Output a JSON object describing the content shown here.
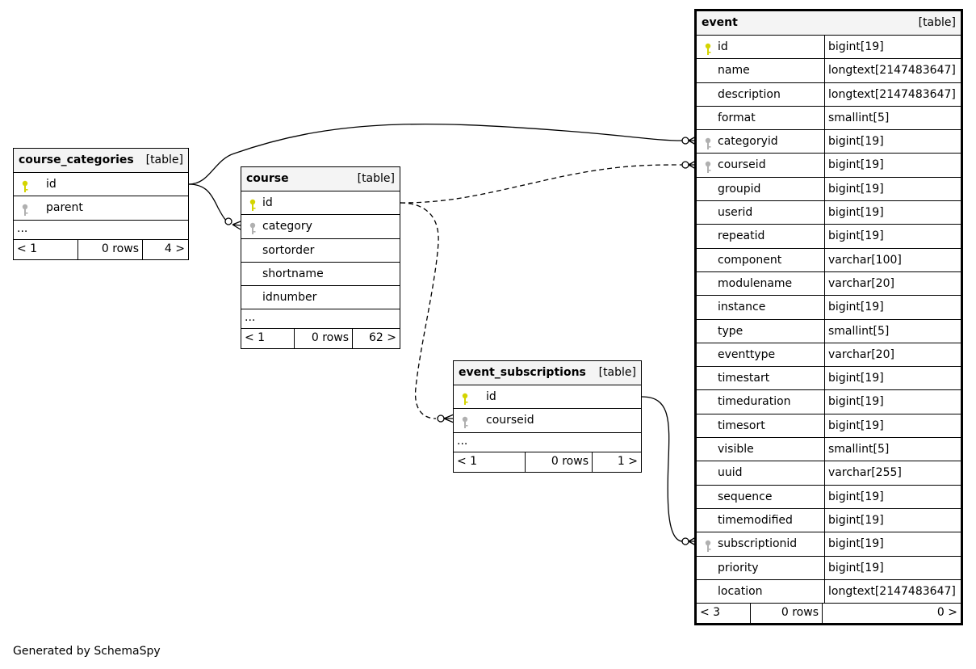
{
  "tables": {
    "course_categories": {
      "name": "course_categories",
      "type": "[table]",
      "columns": [
        {
          "name": "id",
          "key": "primary"
        },
        {
          "name": "parent",
          "key": "foreign"
        }
      ],
      "more": "...",
      "footer": {
        "prev": "< 1",
        "rows": "0 rows",
        "next": "4 >"
      }
    },
    "course": {
      "name": "course",
      "type": "[table]",
      "columns": [
        {
          "name": "id",
          "key": "primary"
        },
        {
          "name": "category",
          "key": "foreign"
        },
        {
          "name": "sortorder",
          "key": "none"
        },
        {
          "name": "shortname",
          "key": "none"
        },
        {
          "name": "idnumber",
          "key": "none"
        }
      ],
      "more": "...",
      "footer": {
        "prev": "< 1",
        "rows": "0 rows",
        "next": "62 >"
      }
    },
    "event_subscriptions": {
      "name": "event_subscriptions",
      "type": "[table]",
      "columns": [
        {
          "name": "id",
          "key": "primary"
        },
        {
          "name": "courseid",
          "key": "foreign"
        }
      ],
      "more": "...",
      "footer": {
        "prev": "< 1",
        "rows": "0 rows",
        "next": "1 >"
      }
    },
    "event": {
      "name": "event",
      "type": "[table]",
      "columns": [
        {
          "name": "id",
          "type": "bigint[19]",
          "key": "primary"
        },
        {
          "name": "name",
          "type": "longtext[2147483647]",
          "key": "none"
        },
        {
          "name": "description",
          "type": "longtext[2147483647]",
          "key": "none"
        },
        {
          "name": "format",
          "type": "smallint[5]",
          "key": "none"
        },
        {
          "name": "categoryid",
          "type": "bigint[19]",
          "key": "foreign"
        },
        {
          "name": "courseid",
          "type": "bigint[19]",
          "key": "foreign"
        },
        {
          "name": "groupid",
          "type": "bigint[19]",
          "key": "none"
        },
        {
          "name": "userid",
          "type": "bigint[19]",
          "key": "none"
        },
        {
          "name": "repeatid",
          "type": "bigint[19]",
          "key": "none"
        },
        {
          "name": "component",
          "type": "varchar[100]",
          "key": "none"
        },
        {
          "name": "modulename",
          "type": "varchar[20]",
          "key": "none"
        },
        {
          "name": "instance",
          "type": "bigint[19]",
          "key": "none"
        },
        {
          "name": "type",
          "type": "smallint[5]",
          "key": "none"
        },
        {
          "name": "eventtype",
          "type": "varchar[20]",
          "key": "none"
        },
        {
          "name": "timestart",
          "type": "bigint[19]",
          "key": "none"
        },
        {
          "name": "timeduration",
          "type": "bigint[19]",
          "key": "none"
        },
        {
          "name": "timesort",
          "type": "bigint[19]",
          "key": "none"
        },
        {
          "name": "visible",
          "type": "smallint[5]",
          "key": "none"
        },
        {
          "name": "uuid",
          "type": "varchar[255]",
          "key": "none"
        },
        {
          "name": "sequence",
          "type": "bigint[19]",
          "key": "none"
        },
        {
          "name": "timemodified",
          "type": "bigint[19]",
          "key": "none"
        },
        {
          "name": "subscriptionid",
          "type": "bigint[19]",
          "key": "foreign"
        },
        {
          "name": "priority",
          "type": "bigint[19]",
          "key": "none"
        },
        {
          "name": "location",
          "type": "longtext[2147483647]",
          "key": "none"
        }
      ],
      "footer": {
        "prev": "< 3",
        "rows": "0 rows",
        "next": "0 >"
      }
    }
  },
  "relationships": [
    {
      "from": "course_categories.id",
      "to": "event.categoryid",
      "style": "solid"
    },
    {
      "from": "course_categories.id",
      "to": "course.category",
      "style": "solid"
    },
    {
      "from": "course.id",
      "to": "event.courseid",
      "style": "dashed"
    },
    {
      "from": "course.id",
      "to": "event_subscriptions.courseid",
      "style": "dashed"
    },
    {
      "from": "event_subscriptions.id",
      "to": "event.subscriptionid",
      "style": "solid"
    }
  ],
  "colors": {
    "primary_key": "#d4d400",
    "foreign_key": "#b0b0b0",
    "header_bg": "#f4f4f4"
  },
  "footer_text": "Generated by SchemaSpy"
}
